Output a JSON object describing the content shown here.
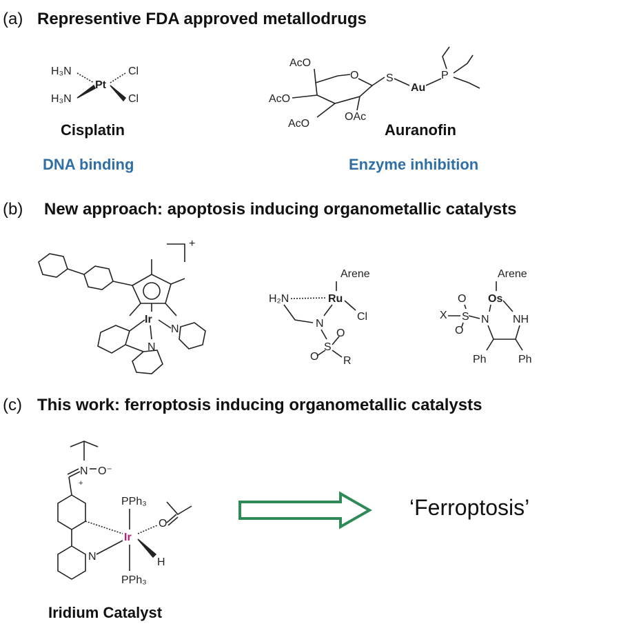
{
  "panel_a": {
    "label": "(a)",
    "heading": "Representive FDA approved metallodrugs",
    "cisplatin": {
      "name": "Cisplatin",
      "mode": "DNA binding",
      "atoms": {
        "nh3_top": "H₃N",
        "nh3_bottom": "H₃N",
        "metal": "Pt",
        "cl_top": "Cl",
        "cl_bottom": "Cl"
      }
    },
    "auranofin": {
      "name": "Auranofin",
      "mode": "Enzyme inhibition",
      "atoms": {
        "aco_1": "AcO",
        "aco_2": "AcO",
        "aco_3": "AcO",
        "oac": "OAc",
        "ring_o": "O",
        "s": "S",
        "metal": "Au",
        "p": "P"
      }
    }
  },
  "panel_b": {
    "label": "(b)",
    "heading": "New approach: apoptosis inducing organometallic catalysts",
    "ir_complex": {
      "metal": "Ir",
      "n1": "N",
      "n2": "N",
      "charge": "+"
    },
    "ru_complex": {
      "arene": "Arene",
      "metal": "Ru",
      "h2n": "H₂N",
      "cl": "Cl",
      "n": "N",
      "s": "S",
      "o1": "O",
      "o2": "O",
      "r": "R"
    },
    "os_complex": {
      "arene": "Arene",
      "metal": "Os",
      "x": "X",
      "s": "S",
      "o1": "O",
      "o2": "O",
      "n": "N",
      "nh": "NH",
      "ph1": "Ph",
      "ph2": "Ph"
    }
  },
  "panel_c": {
    "label": "(c)",
    "heading": "This work: ferroptosis inducing organometallic catalysts",
    "catalyst": {
      "name": "Iridium Catalyst",
      "metal": "Ir",
      "metal_color": "#b0207a",
      "atoms": {
        "n_plus": "N",
        "plus": "+",
        "o_minus": "O⁻",
        "pph3_top": "PPh₃",
        "pph3_bottom": "PPh₃",
        "o": "O",
        "h": "H",
        "n": "N"
      }
    },
    "arrow_color": "#2e8b57",
    "result": "‘Ferroptosis’"
  }
}
